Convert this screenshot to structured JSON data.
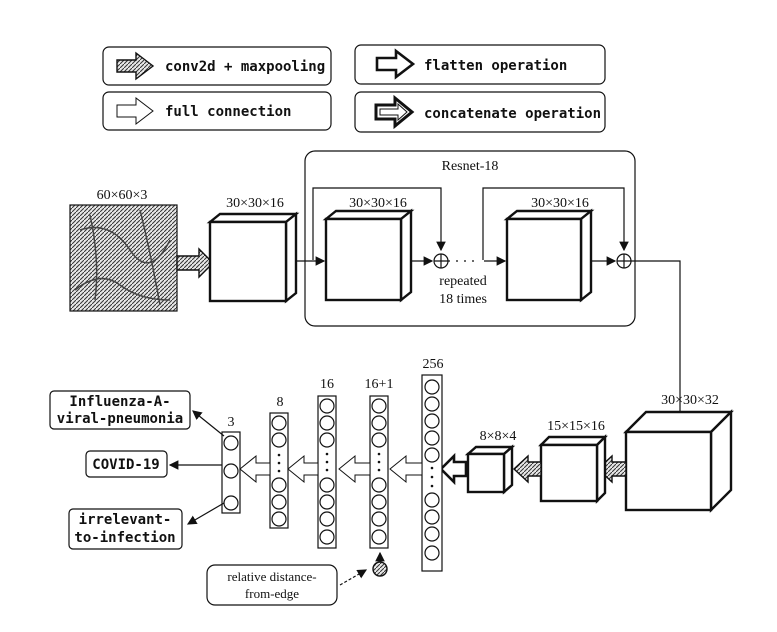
{
  "legend": {
    "conv": "conv2d + maxpooling",
    "flatten": "flatten operation",
    "full": "full connection",
    "concat": "concatenate operation"
  },
  "resnet": {
    "title": "Resnet-18",
    "repeated_line1": "repeated",
    "repeated_line2": "18 times"
  },
  "input": {
    "size": "60×60×3"
  },
  "dims": {
    "conv1": "30×30×16",
    "block1": "30×30×16",
    "block2": "30×30×16",
    "big": "30×30×32",
    "mid": "15×15×16",
    "small": "8×8×4"
  },
  "layers": {
    "l256": "256",
    "l17": "16+1",
    "l16": "16",
    "l8": "8",
    "l3": "3"
  },
  "outputs": {
    "influenza_line1": "Influenza-A-",
    "influenza_line2": "viral-pneumonia",
    "covid": "COVID-19",
    "irrelevant_line1": "irrelevant-",
    "irrelevant_line2": "to-infection"
  },
  "extra": {
    "line1": "relative distance-",
    "line2": "from-edge"
  }
}
